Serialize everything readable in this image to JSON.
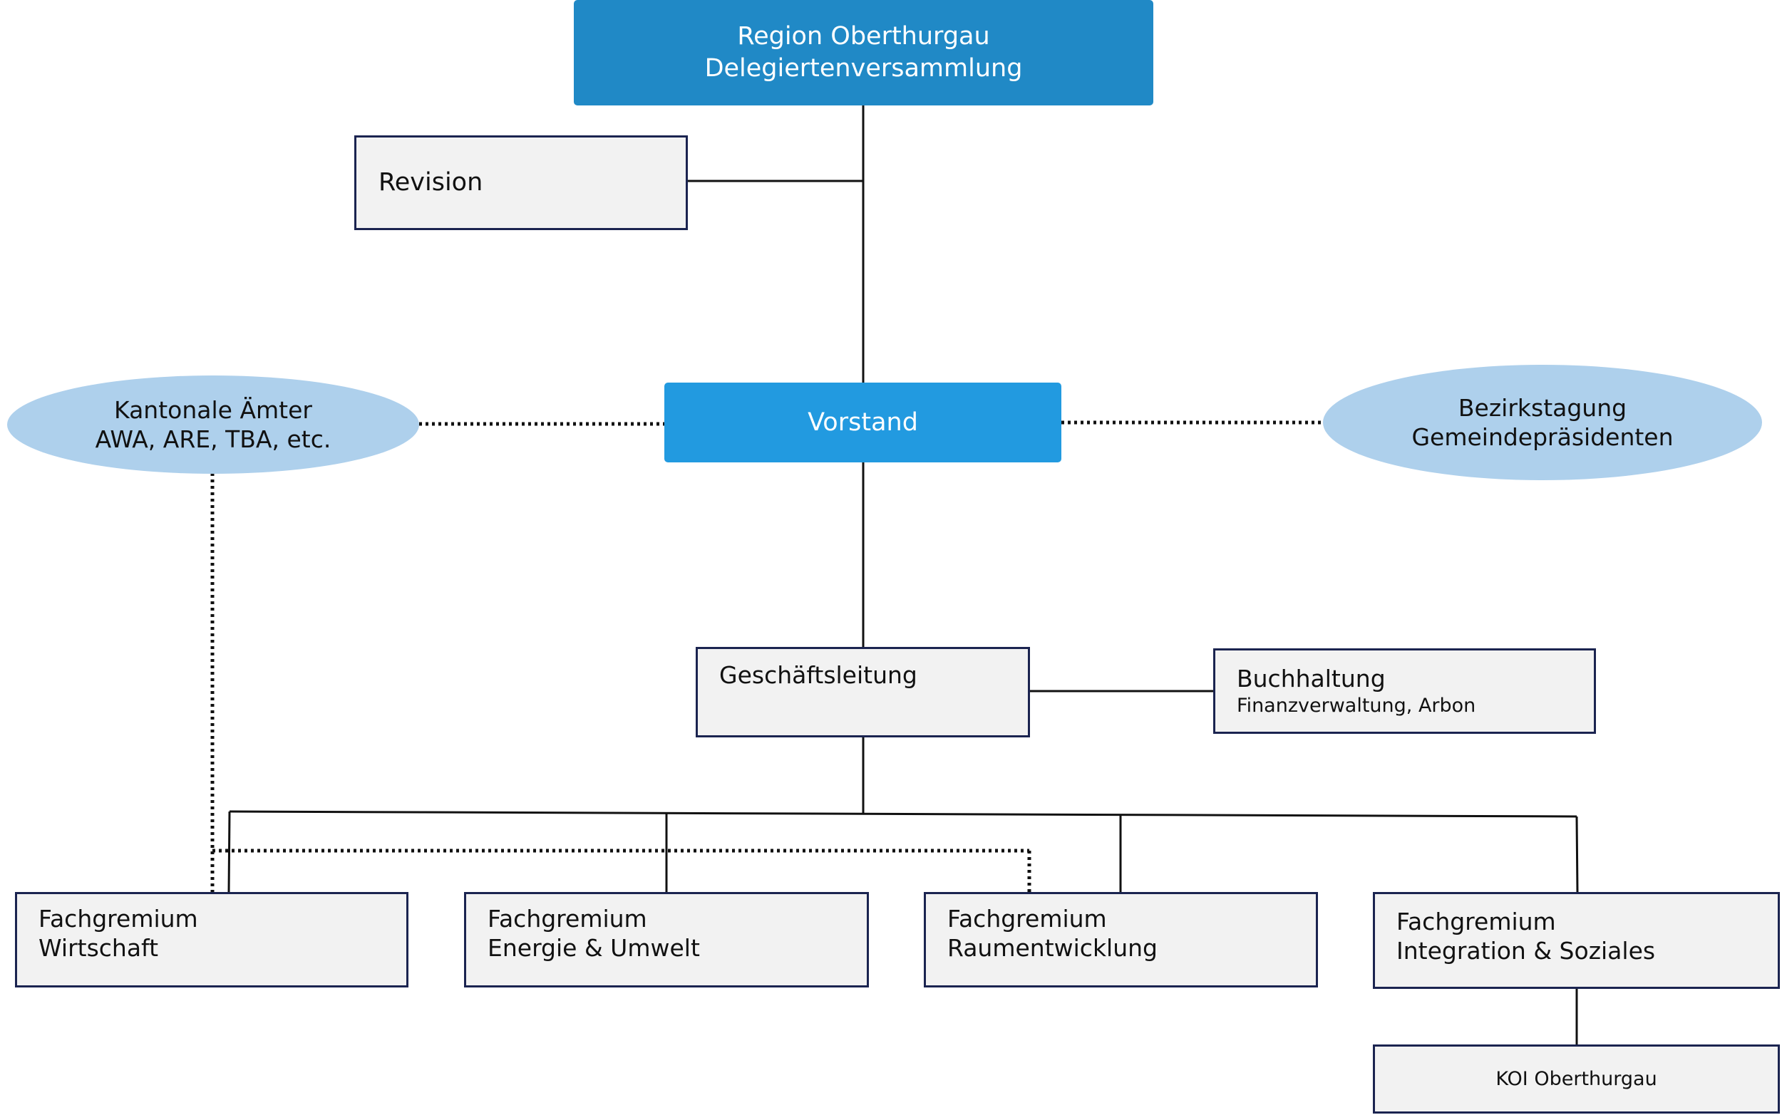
{
  "org": {
    "top": {
      "line1": "Region Oberthurgau",
      "line2": "Delegiertenversammlung"
    },
    "revision": "Revision",
    "vorstand": "Vorstand",
    "kantonale": {
      "line1": "Kantonale Ämter",
      "line2": "AWA, ARE, TBA, etc."
    },
    "bezirk": {
      "line1": "Bezirkstagung",
      "line2": "Gemeindepräsidenten"
    },
    "geschaeftsleitung": "Geschäftsleitung",
    "buchhaltung": {
      "line1": "Buchhaltung",
      "line2": "Finanzverwaltung, Arbon"
    },
    "fachgremien": [
      {
        "line1": "Fachgremium",
        "line2": "Wirtschaft"
      },
      {
        "line1": "Fachgremium",
        "line2": "Energie & Umwelt"
      },
      {
        "line1": "Fachgremium",
        "line2": "Raumentwicklung"
      },
      {
        "line1": "Fachgremium",
        "line2": "Integration & Soziales"
      }
    ],
    "koi": "KOI Oberthurgau"
  },
  "colors": {
    "top_box": "#2089c6",
    "vorstand_box": "#229ae0",
    "ellipse": "#aed0ec",
    "box_fill": "#f2f2f2",
    "box_border": "#1b2450",
    "line": "#111111"
  }
}
